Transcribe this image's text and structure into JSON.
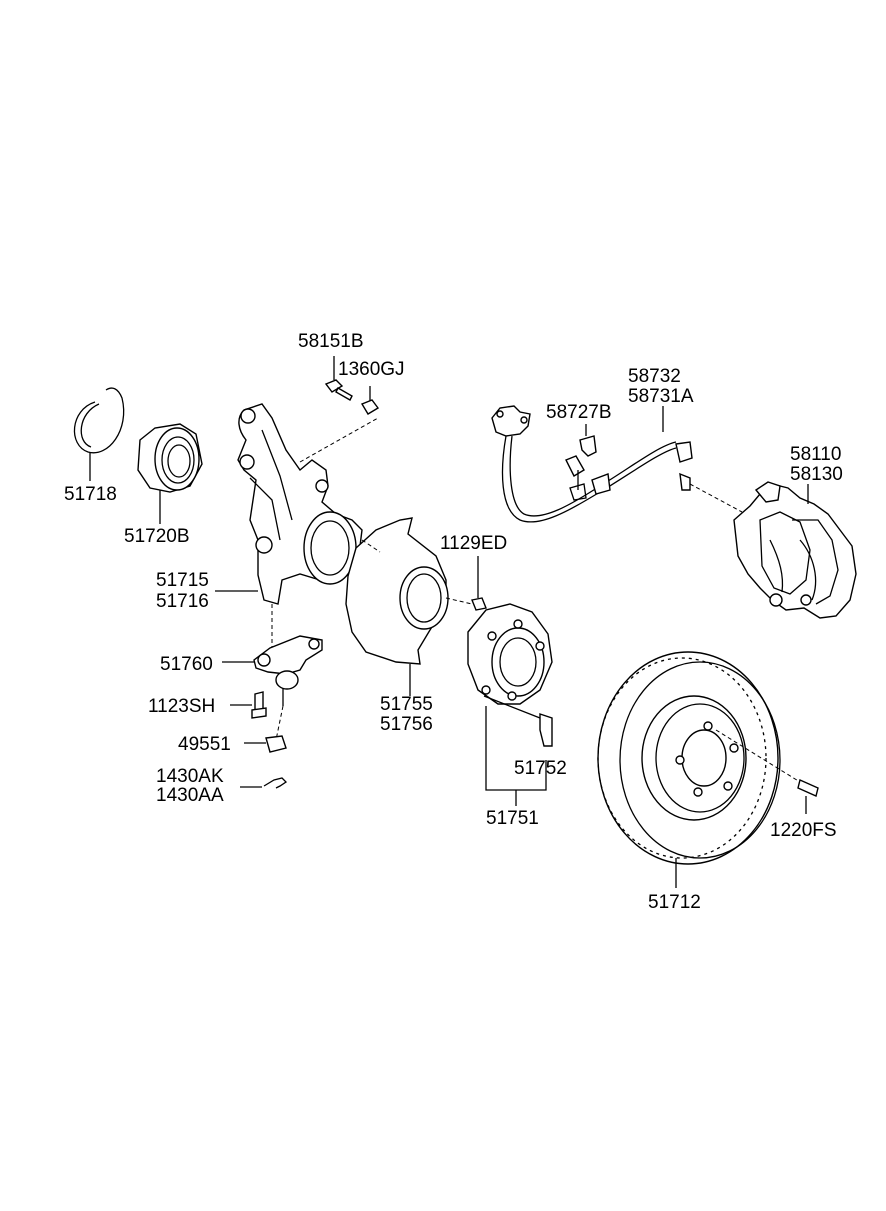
{
  "labels": {
    "p58151B": "58151B",
    "p1360GJ": "1360GJ",
    "p58732": "58732",
    "p58731A": "58731A",
    "p58727B": "58727B",
    "p58110": "58110",
    "p58130": "58130",
    "p51718": "51718",
    "p51720B": "51720B",
    "p1129ED": "1129ED",
    "p51715": "51715",
    "p51716": "51716",
    "p51760": "51760",
    "p51755": "51755",
    "p51756": "51756",
    "p1123SH": "1123SH",
    "p49551": "49551",
    "p51752": "51752",
    "p1430AK": "1430AK",
    "p1430AA": "1430AA",
    "p51751": "51751",
    "p1220FS": "1220FS",
    "p51712": "51712"
  }
}
